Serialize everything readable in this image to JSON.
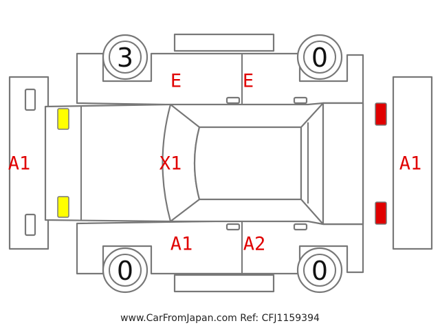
{
  "colors": {
    "outline": "#777777",
    "damage_code": "#e00000",
    "wheel_count": "#111111",
    "front_lights": "#ffff00",
    "rear_lights": "#e00000",
    "light_border": "#777777"
  },
  "wheels": {
    "front_left": "3",
    "front_right": "0",
    "rear_left": "0",
    "rear_right": "0"
  },
  "codes": {
    "front_bumper": "A1",
    "rear_bumper": "A1",
    "hood": "X1",
    "left_front_door": "E",
    "left_rear_door": "E",
    "right_front_door": "A1",
    "right_rear_door": "A2"
  },
  "footer": "www.CarFromJapan.com Ref: CFJ1159394"
}
